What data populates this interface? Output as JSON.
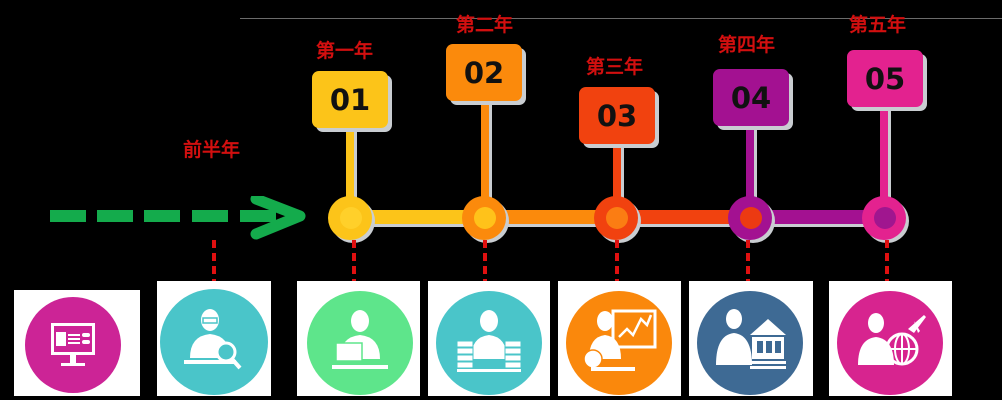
{
  "diagram": {
    "type": "timeline",
    "start_label": "前半年",
    "colors": {
      "background": "#000000",
      "year_label": "#d20f0f",
      "arrow": "#14ab4c",
      "dash": "#e01010",
      "shadow": "#c9cdd1"
    },
    "milestones": [
      {
        "number": "01",
        "year": "第一年",
        "color": "#fcc419",
        "node_inner": "#ffd02a"
      },
      {
        "number": "02",
        "year": "第二年",
        "color": "#fb8a0c",
        "node_inner": "#ffc21a"
      },
      {
        "number": "03",
        "year": "第三年",
        "color": "#f1420f",
        "node_inner": "#fb7d13"
      },
      {
        "number": "04",
        "year": "第四年",
        "color": "#a31191",
        "node_inner": "#ec3a12"
      },
      {
        "number": "05",
        "year": "第五年",
        "color": "#e3228f",
        "node_inner": "#a0168f"
      }
    ],
    "cards": [
      {
        "icon": "monitor-profile-icon",
        "circle_color": "#cc2496"
      },
      {
        "icon": "businessman-magnifier-icon",
        "circle_color": "#4ac5c9"
      },
      {
        "icon": "businessman-computer-icon",
        "circle_color": "#5ee58b"
      },
      {
        "icon": "businessman-books-icon",
        "circle_color": "#4ac5c9"
      },
      {
        "icon": "businessman-chart-icon",
        "circle_color": "#fa880c"
      },
      {
        "icon": "businessman-bank-icon",
        "circle_color": "#3e6a94"
      },
      {
        "icon": "businessman-globe-plane-icon",
        "circle_color": "#d7248f"
      }
    ]
  }
}
